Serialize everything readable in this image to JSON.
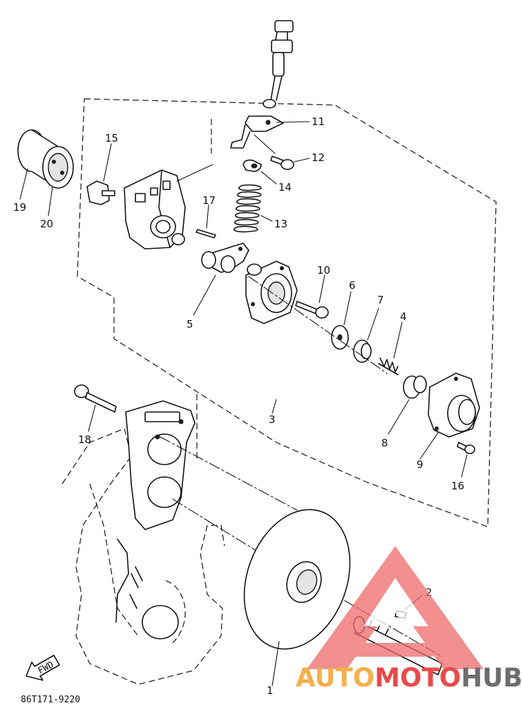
{
  "diagram_code": "86T171-9220",
  "front_marker": "FWD",
  "watermark": {
    "part1": "AUTO",
    "part2": "MOTO",
    "part3": "HUB",
    "color1": "#f5b04a",
    "color2": "#e94b4b",
    "color3": "#6d6d6d"
  },
  "callouts": [
    "1",
    "2",
    "3",
    "4",
    "5",
    "6",
    "7",
    "8",
    "9",
    "10",
    "11",
    "12",
    "13",
    "14",
    "15",
    "16",
    "17",
    "18",
    "19",
    "20"
  ]
}
